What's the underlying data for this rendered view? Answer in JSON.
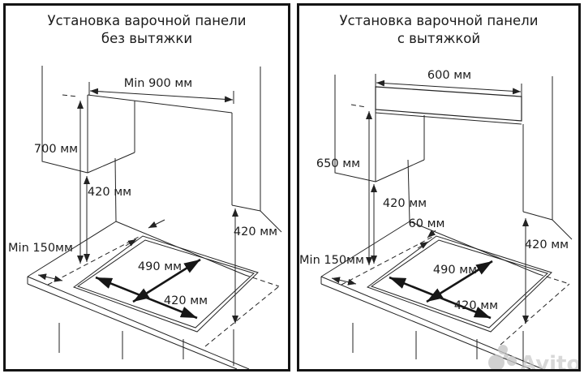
{
  "left_panel": {
    "title_line1": "Установка варочной панели",
    "title_line2": "без вытяжки",
    "dim_top_width": "Min 900 мм",
    "dim_height_to_top": "700 мм",
    "dim_cabinet_to_counter": "420 мм",
    "dim_side_clearance": "Min 150мм",
    "dim_right_cabinet_to_counter": "420 мм",
    "dim_cutout_depth": "490 мм",
    "dim_cutout_width": "420 мм"
  },
  "right_panel": {
    "title_line1": "Установка варочной панели",
    "title_line2": "с вытяжкой",
    "dim_hood_width": "600 мм",
    "dim_hood_to_counter": "650 мм",
    "dim_cabinet_to_counter": "420 мм",
    "dim_hood_gap": "60 мм",
    "dim_side_clearance": "Min 150мм",
    "dim_right_cabinet_to_counter": "420 мм",
    "dim_cutout_depth": "490 мм",
    "dim_cutout_width": "420 мм",
    "hood_fill_color": "#a8a8a8"
  },
  "watermark": {
    "text": "Avito"
  }
}
